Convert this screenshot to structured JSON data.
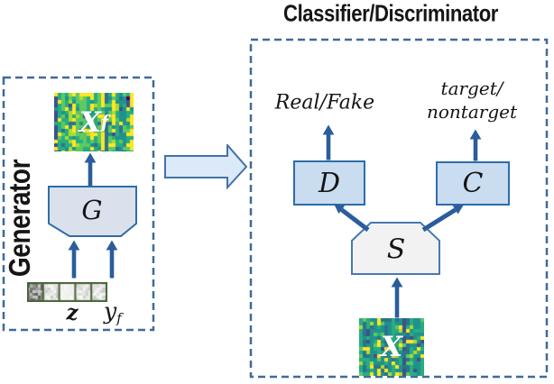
{
  "generator": {
    "section_label": "Generator",
    "block_label": "G",
    "output_label": "X",
    "output_subscript": "f",
    "noise_label": "z",
    "aux_input_label": "y",
    "aux_input_subscript": "f"
  },
  "classifier_discriminator": {
    "section_label": "Classifier/Discriminator",
    "discriminator_block_label": "D",
    "classifier_block_label": "C",
    "shared_block_label": "S",
    "discriminator_output_label": "Real/Fake",
    "classifier_output_line1": "target/",
    "classifier_output_line2": "nontarget",
    "input_label": "X"
  },
  "colors": {
    "dashed_border": "#3f6b99",
    "solid_border": "#2e6da8",
    "dc_box_fill": "#c9dcf0",
    "generator_block_fill": "#dbe1ec",
    "shared_block_fill": "#f2f2f2",
    "arrow_blue": "#2b5d9b",
    "block_arrow_fill": "#dce9f8",
    "noise_cell_border": "#44622f",
    "spectrogram_palette": [
      "#440154",
      "#3b528b",
      "#2c728e",
      "#21918c",
      "#27ad81",
      "#5ec962",
      "#addc30",
      "#fde725"
    ]
  }
}
